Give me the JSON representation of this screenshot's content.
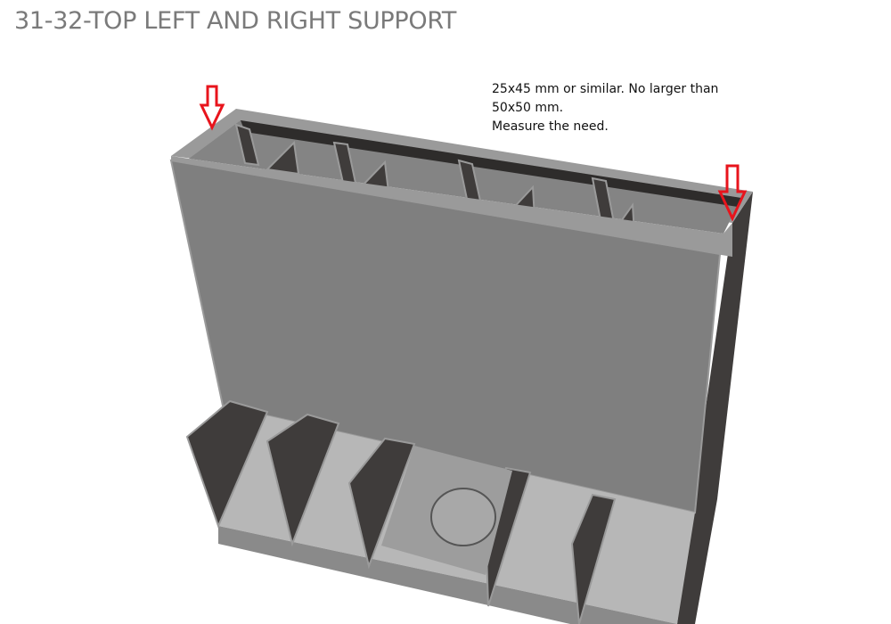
{
  "page": {
    "title": "31-32-TOP LEFT AND RIGHT SUPPORT"
  },
  "annotation": {
    "lines": [
      "25x45 mm or similar. No larger than",
      "50x50 mm.",
      "Measure the need."
    ]
  },
  "illustration": {
    "subject": "3D render of shelving unit with compartments",
    "markers": [
      {
        "name": "left-support-arrow",
        "color": "#e8141c"
      },
      {
        "name": "right-support-arrow",
        "color": "#e8141c"
      }
    ],
    "colors": {
      "front_panel": "#7f7f7f",
      "edge": "#9a9a9a",
      "dark_side": "#3f3c3b",
      "light_floor": "#b7b7b7",
      "base": "#8a8a8a"
    }
  }
}
